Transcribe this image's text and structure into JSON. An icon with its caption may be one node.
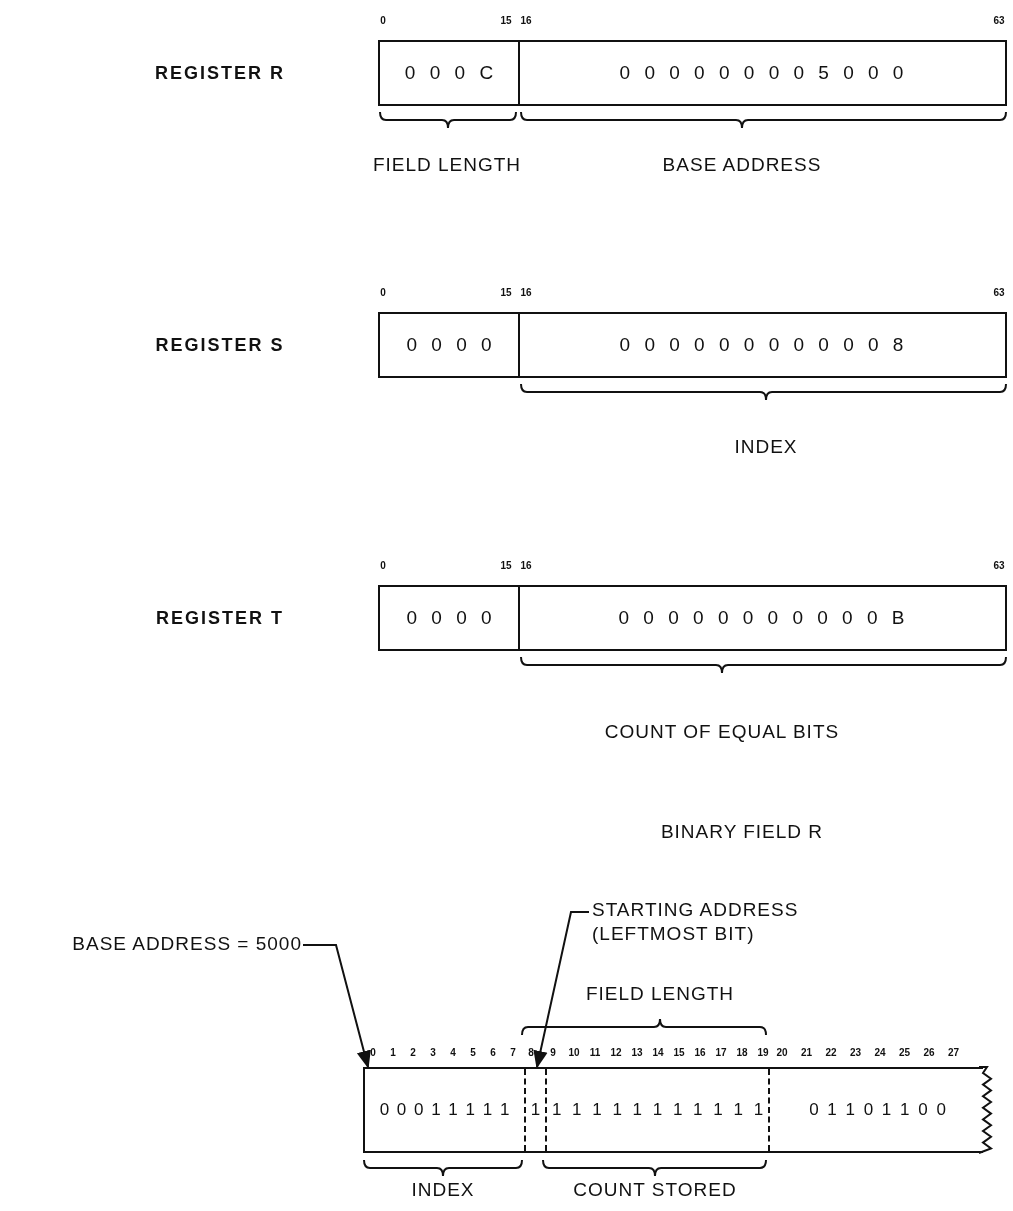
{
  "diagram": {
    "nodes": [
      {
        "text": [
          "0 0 0 C"
        ]
      },
      {
        "text": [
          "0 0 0 0 0 0 0 0 5 0 0 0"
        ]
      },
      {
        "text": [
          "0 0 0 0"
        ]
      },
      {
        "text": [
          "0 0 0 0 0 0 0 0 0 0 0 8"
        ]
      },
      {
        "text": [
          "0 0 0 0"
        ]
      },
      {
        "text": [
          "0 0 0 0 0 0 0 0 0 0 0 B"
        ]
      },
      {
        "text": [
          "BASE ADDRESS = 5000"
        ]
      },
      {
        "text": [
          "STARTING ADDRESS (LEFTMOST BIT)"
        ]
      },
      {
        "text": [],
        "shape": "box"
      },
      {
        "text": [
          "0 0 0 1 1 1 1 1"
        ],
        "in": 8
      },
      {
        "text": [
          "1"
        ],
        "in": 8
      },
      {
        "text": [
          "1 1 1 1 1 1 1 1 1 1 1"
        ],
        "in": 8
      },
      {
        "text": [
          "0 1 1 0 1 1 0 0"
        ],
        "in": 8
      }
    ],
    "edges": [
      {
        "from": 6,
        "to": 9,
        "arrow": "to"
      },
      {
        "from": 7,
        "to": 10,
        "arrow": "to"
      }
    ],
    "labels": [
      "0",
      "15",
      "16",
      "63",
      "REGISTER R",
      "FIELD LENGTH",
      "BASE ADDRESS",
      "0",
      "15",
      "16",
      "63",
      "REGISTER S",
      "INDEX",
      "0",
      "15",
      "16",
      "63",
      "REGISTER T",
      "COUNT OF EQUAL BITS",
      "BINARY FIELD R",
      "FIELD LENGTH",
      "0",
      "1",
      "2",
      "3",
      "4",
      "5",
      "6",
      "7",
      "8",
      "9",
      "10",
      "11",
      "12",
      "13",
      "14",
      "15",
      "16",
      "17",
      "18",
      "19",
      "20",
      "21",
      "22",
      "23",
      "24",
      "25",
      "26",
      "27",
      "INDEX",
      "COUNT STORED"
    ]
  }
}
